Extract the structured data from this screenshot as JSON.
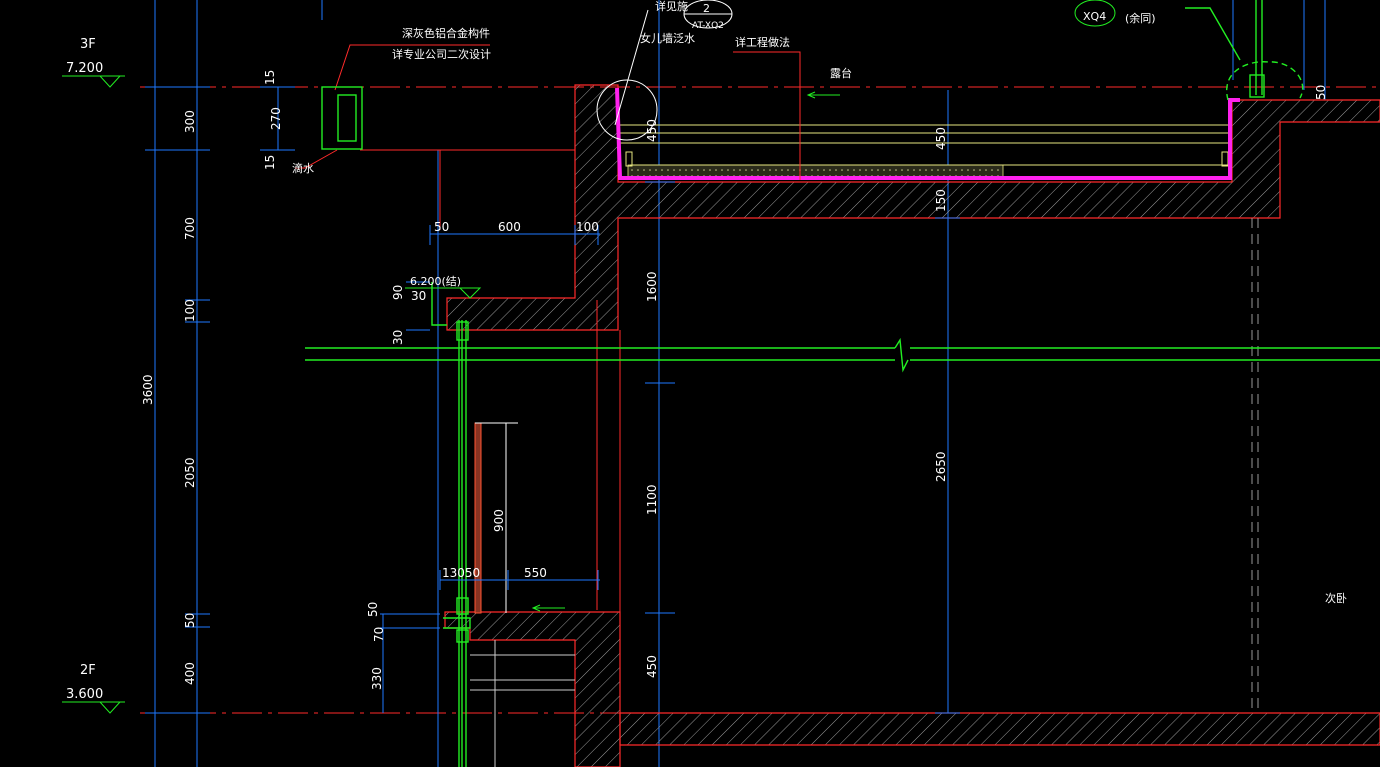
{
  "colors": {
    "background": "#000000",
    "wall_outline": "#ff2a2a",
    "dimension": "#1e78ff",
    "leader": "#ff2a2a",
    "window_frame": "#22ee22",
    "waterproofing": "#ff22ee",
    "hatch": "#bbbbbb",
    "text": "#ffffff",
    "finish_layer": "#e6e680"
  },
  "levels": {
    "upper": {
      "name": "3F",
      "elevation": "7.200"
    },
    "lower": {
      "name": "2F",
      "elevation": "3.600"
    }
  },
  "notes": {
    "aluminum_component_line1": "深灰色铝合金构件",
    "aluminum_component_line2": "详专业公司二次设计",
    "drip": "滴水",
    "detail_ref_text": "详见施",
    "detail_number": "2",
    "detail_sheet": "AT-XQ2",
    "waterproof_upturn": "女儿墙泛水",
    "see_engineering_method": "详工程做法",
    "terrace": "露台",
    "window_tag": "XQ4",
    "window_tag_same": "(余同)",
    "structural_elevation": "6.200(结)",
    "secondary_bedroom": "次卧"
  },
  "dimensions": {
    "left_total": "3600",
    "left_segments": [
      "300",
      "700",
      "100",
      "2050",
      "50",
      "400"
    ],
    "component_top": "15",
    "component_mid": "270",
    "component_bottom": "15",
    "beam_step_a": "50",
    "beam_step_b": "600",
    "beam_step_c": "100",
    "ledge_90": "90",
    "ledge_30a": "30",
    "ledge_30b": "30",
    "slab_450_left": "450",
    "slab_450_mid": "450",
    "slab_150": "150",
    "wall_1600": "1600",
    "wall_1100": "1100",
    "wall_450_low": "450",
    "room_2650": "2650",
    "window_900": "900",
    "sill_13050": "13050",
    "sill_550": "550",
    "sill_50": "50",
    "sill_70": "70",
    "sill_330": "330",
    "parapet_50": "50"
  }
}
